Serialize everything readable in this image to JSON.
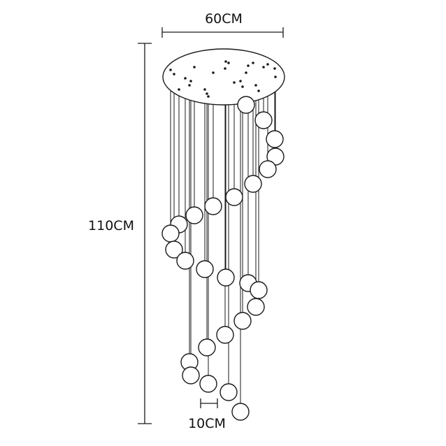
{
  "dimensions": {
    "width_label": "60CM",
    "height_label": "110CM",
    "ball_label": "10CM"
  },
  "colors": {
    "line": "#1a1a1a",
    "ball_fill": "#ffffff"
  },
  "pendant_count": 26
}
